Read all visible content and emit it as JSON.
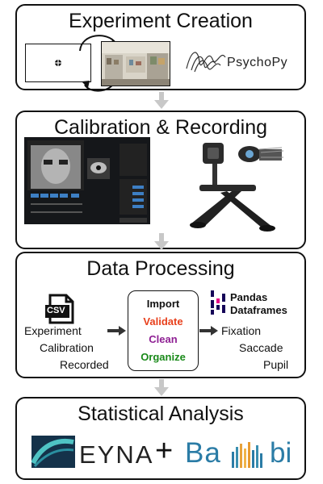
{
  "panels": {
    "creation": {
      "title": "Experiment Creation",
      "psychopy_logo": "PsychoPy"
    },
    "calibration": {
      "title": "Calibration & Recording"
    },
    "processing": {
      "title": "Data Processing",
      "csv_label": "CSV",
      "pandas_label": "Pandas Dataframes",
      "inputs": [
        "Experiment",
        "Calibration",
        "Recorded"
      ],
      "steps": [
        {
          "label": "Import",
          "color": "#111111"
        },
        {
          "label": "Validate",
          "color": "#e8401c"
        },
        {
          "label": "Clean",
          "color": "#8e1f93"
        },
        {
          "label": "Organize",
          "color": "#1a8a1a"
        }
      ],
      "outputs": [
        "Fixation",
        "Saccade",
        "Pupil"
      ]
    },
    "analysis": {
      "title": "Statistical Analysis",
      "eyna_logo": "EYNA",
      "plus": "+",
      "bambi_logo_left": "Ba",
      "bambi_logo_right": "bi"
    }
  },
  "colors": {
    "connector_arrow": "#c8c8c8",
    "eyna_teal": "#3a9fa0",
    "bambi_blue": "#2b7ca6"
  }
}
